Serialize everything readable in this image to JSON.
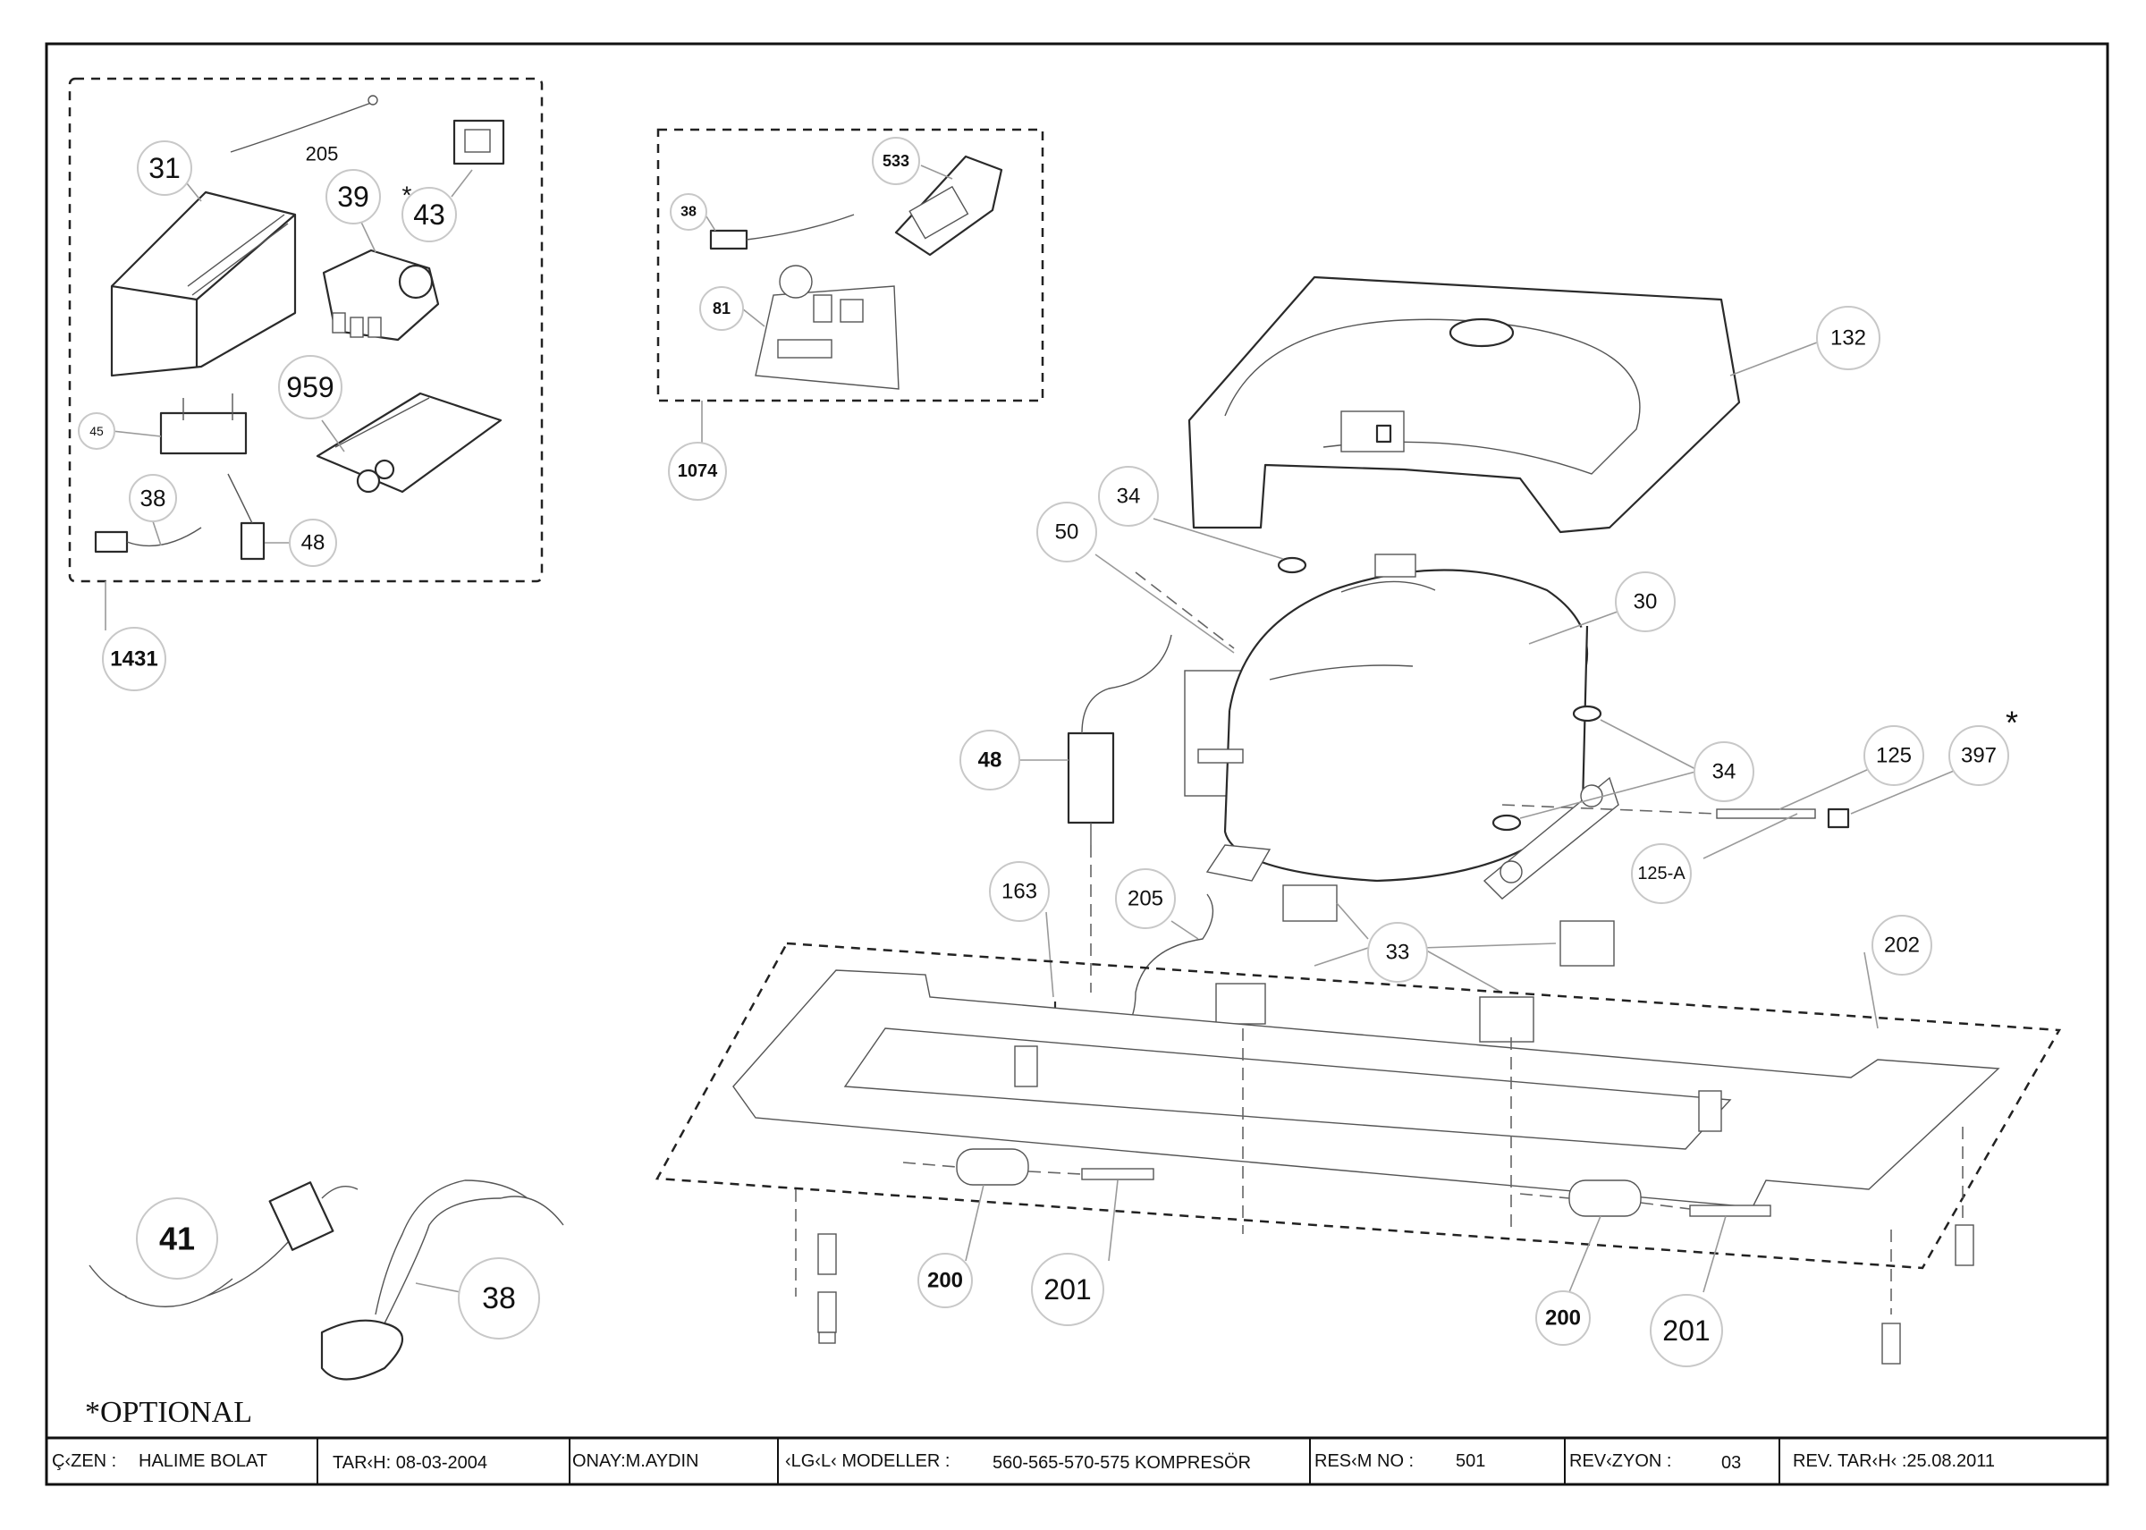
{
  "callouts": {
    "kit_1431": {
      "c31": "31",
      "c205": "205",
      "c39": "39",
      "c43": "43",
      "c959": "959",
      "c45": "45",
      "c38": "38",
      "c48": "48",
      "c1431": "1431",
      "star43": "*"
    },
    "kit_1074": {
      "c533": "533",
      "c38": "38",
      "c81": "81",
      "c1074": "1074"
    },
    "main": {
      "c132": "132",
      "c34a": "34",
      "c50": "50",
      "c30": "30",
      "c34b": "34",
      "c48": "48",
      "c125": "125",
      "c397": "397",
      "star397": "*",
      "c125a": "125-A",
      "c163": "163",
      "c205": "205",
      "c33": "33",
      "c202": "202",
      "c200a": "200",
      "c201a": "201",
      "c200b": "200",
      "c201b": "201"
    },
    "cables": {
      "c41": "41",
      "c38": "38"
    }
  },
  "optional_note": "*OPTIONAL",
  "title_block": {
    "drawn_by": "Ç‹ZEN :",
    "drawn_by_name": "HALIME BOLAT",
    "date": "TAR‹H: 08-03-2004",
    "approval": "ONAY:M.AYDIN",
    "models_label": "‹LG‹L‹ MODELLER :",
    "models_value": "560-565-570-575 KOMPRESÖR",
    "drawing_no_label": "RES‹M NO :",
    "drawing_no_value": "501",
    "revision_label": "REV‹ZYON :",
    "revision_value": "03",
    "revision_date": "REV. TAR‹H‹ :25.08.2011"
  }
}
